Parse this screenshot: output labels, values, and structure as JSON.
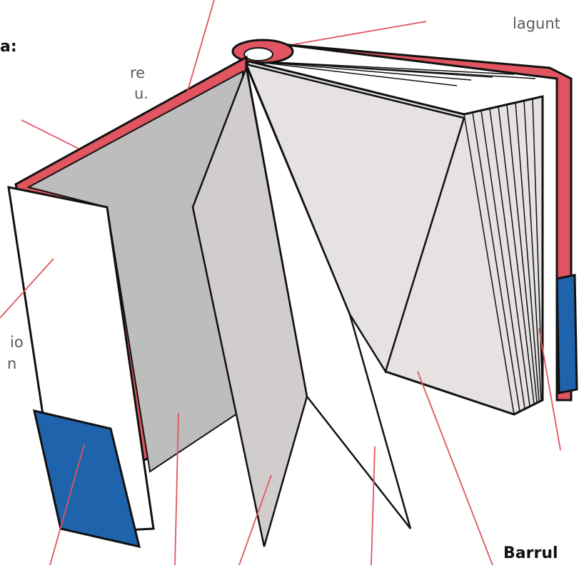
{
  "labels": {
    "top_right": "lagunt",
    "left_heading": "a:",
    "left_line1": "re",
    "left_line2": "u.",
    "mid_left_line1": "io",
    "mid_left_line2": "n",
    "bottom_right_heading": "Barrul"
  },
  "colors": {
    "cover_red": "#e0555f",
    "inner_gray": "#bdbdbd",
    "page_light": "#e6e2e2",
    "page_mid": "#d2cdcd",
    "spine_blue": "#1f63ad",
    "outline": "#111111",
    "leader_line": "#e0555f"
  }
}
